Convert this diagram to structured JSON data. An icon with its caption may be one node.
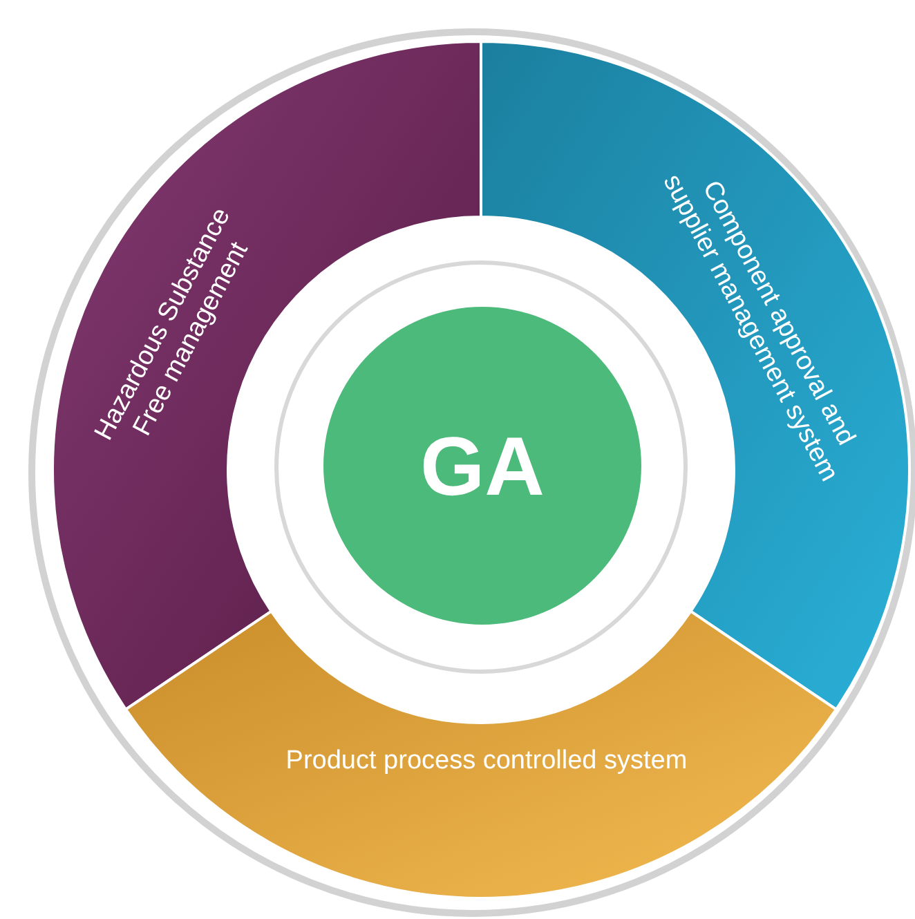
{
  "diagram": {
    "nodes": [
      {
        "text": [
          "Hazardous Substance Free management"
        ]
      },
      {
        "text": [
          "Component approval and supplier management system"
        ]
      },
      {
        "text": [
          "Product process controlled system"
        ]
      },
      {
        "text": [
          "GA"
        ]
      }
    ]
  }
}
